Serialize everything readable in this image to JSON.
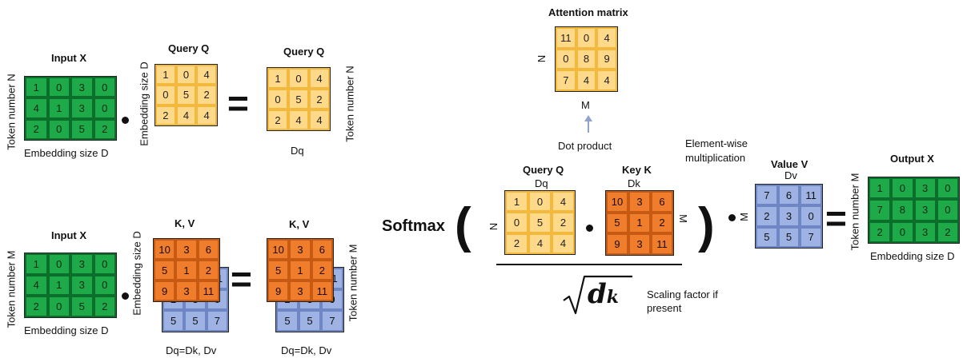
{
  "colors": {
    "green": "#1faa4a",
    "yellow": "#ffd98a",
    "orange": "#ef7d2c",
    "blue": "#9eb3e3"
  },
  "q_section": {
    "input_title": "Input X",
    "input_vlabel": "Token number N",
    "input_xlabel": "Embedding size D",
    "input_matrix": [
      [
        1,
        0,
        3,
        0
      ],
      [
        4,
        1,
        3,
        0
      ],
      [
        2,
        0,
        5,
        2
      ]
    ],
    "query_title": "Query Q",
    "query_vlabel": "Embedding size D",
    "query_matrix": [
      [
        1,
        0,
        4
      ],
      [
        0,
        5,
        2
      ],
      [
        2,
        4,
        4
      ]
    ],
    "result_title": "Query Q",
    "result_vlabel": "Token number N",
    "result_xlabel": "Dq",
    "result_matrix": [
      [
        1,
        0,
        4
      ],
      [
        0,
        5,
        2
      ],
      [
        2,
        4,
        4
      ]
    ]
  },
  "kv_section": {
    "input_title": "Input X",
    "input_vlabel": "Token number M",
    "input_xlabel": "Embedding size D",
    "input_matrix": [
      [
        1,
        0,
        3,
        0
      ],
      [
        4,
        1,
        3,
        0
      ],
      [
        2,
        0,
        5,
        2
      ]
    ],
    "weights_title": "K, V",
    "weights_vlabel": "Embedding size D",
    "weights_xlabel": "Dq=Dk, Dv",
    "k_matrix": [
      [
        10,
        3,
        6
      ],
      [
        5,
        1,
        2
      ],
      [
        9,
        3,
        11
      ]
    ],
    "v_matrix": [
      [
        7,
        6,
        11
      ],
      [
        2,
        3,
        0
      ],
      [
        5,
        5,
        7
      ]
    ],
    "result_title": "K, V",
    "result_vlabel": "Token number M",
    "result_xlabel": "Dq=Dk, Dv"
  },
  "attention": {
    "title": "Attention matrix",
    "vlabel": "N",
    "xlabel": "M",
    "matrix": [
      [
        11,
        0,
        4
      ],
      [
        0,
        8,
        9
      ],
      [
        7,
        4,
        4
      ]
    ],
    "arrow_label": "Dot product"
  },
  "formula": {
    "softmax": "Softmax",
    "open_paren": "(",
    "close_paren": ")",
    "q_title": "Query Q",
    "q_sub": "Dq",
    "q_side": "N",
    "q_matrix": [
      [
        1,
        0,
        4
      ],
      [
        0,
        5,
        2
      ],
      [
        2,
        4,
        4
      ]
    ],
    "k_title": "Key K",
    "k_sub": "Dk",
    "k_side": "M",
    "k_matrix": [
      [
        10,
        3,
        6
      ],
      [
        5,
        1,
        2
      ],
      [
        9,
        3,
        11
      ]
    ],
    "sqrt_var": "d",
    "sqrt_sub": "k",
    "scaling_note_1": "Scaling factor if",
    "scaling_note_2": "present",
    "elementwise_1": "Element-wise",
    "elementwise_2": "multiplication",
    "v_title": "Value V",
    "v_sub": "Dv",
    "v_side": "M",
    "v_matrix": [
      [
        7,
        6,
        11
      ],
      [
        2,
        3,
        0
      ],
      [
        5,
        5,
        7
      ]
    ],
    "eq": "=",
    "out_title": "Output X",
    "out_vlabel": "Token number M",
    "out_xlabel": "Embedding size D",
    "out_matrix": [
      [
        1,
        0,
        3,
        0
      ],
      [
        7,
        8,
        3,
        0
      ],
      [
        2,
        0,
        3,
        2
      ]
    ]
  },
  "equals_sign": "="
}
